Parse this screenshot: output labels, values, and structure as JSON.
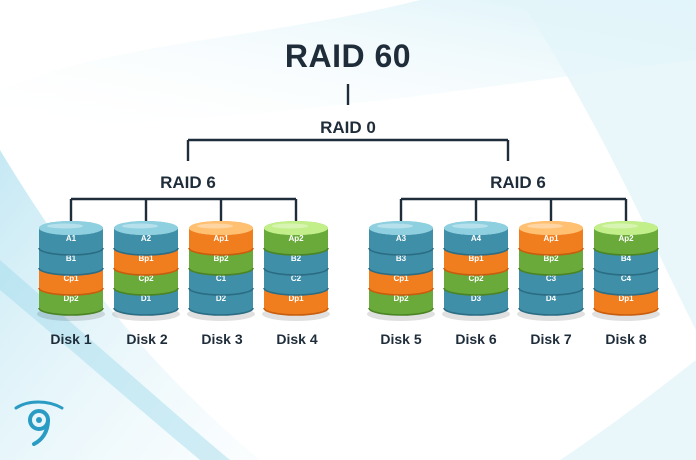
{
  "title": "RAID 60",
  "raid0_label": "RAID 0",
  "groups": [
    {
      "label": "RAID 6"
    },
    {
      "label": "RAID 6"
    }
  ],
  "colors": {
    "text": "#1f2d3a",
    "line": "#1f2d3a",
    "blue": "#3f8fa8",
    "orange": "#f07e1f",
    "green": "#6aaa3a"
  },
  "disks": [
    {
      "name": "Disk 1",
      "top": "blue",
      "blocks": [
        {
          "label": "A1",
          "color": "blue"
        },
        {
          "label": "B1",
          "color": "blue"
        },
        {
          "label": "Cp1",
          "color": "orange"
        },
        {
          "label": "Dp2",
          "color": "green"
        }
      ]
    },
    {
      "name": "Disk 2",
      "top": "blue",
      "blocks": [
        {
          "label": "A2",
          "color": "blue"
        },
        {
          "label": "Bp1",
          "color": "orange"
        },
        {
          "label": "Cp2",
          "color": "green"
        },
        {
          "label": "D1",
          "color": "blue"
        }
      ]
    },
    {
      "name": "Disk 3",
      "top": "orange",
      "blocks": [
        {
          "label": "Ap1",
          "color": "orange"
        },
        {
          "label": "Bp2",
          "color": "green"
        },
        {
          "label": "C1",
          "color": "blue"
        },
        {
          "label": "D2",
          "color": "blue"
        }
      ]
    },
    {
      "name": "Disk 4",
      "top": "green",
      "blocks": [
        {
          "label": "Ap2",
          "color": "green"
        },
        {
          "label": "B2",
          "color": "blue"
        },
        {
          "label": "C2",
          "color": "blue"
        },
        {
          "label": "Dp1",
          "color": "orange"
        }
      ]
    },
    {
      "name": "Disk 5",
      "top": "blue",
      "blocks": [
        {
          "label": "A3",
          "color": "blue"
        },
        {
          "label": "B3",
          "color": "blue"
        },
        {
          "label": "Cp1",
          "color": "orange"
        },
        {
          "label": "Dp2",
          "color": "green"
        }
      ]
    },
    {
      "name": "Disk 6",
      "top": "blue",
      "blocks": [
        {
          "label": "A4",
          "color": "blue"
        },
        {
          "label": "Bp1",
          "color": "orange"
        },
        {
          "label": "Cp2",
          "color": "green"
        },
        {
          "label": "D3",
          "color": "blue"
        }
      ]
    },
    {
      "name": "Disk 7",
      "top": "orange",
      "blocks": [
        {
          "label": "Ap1",
          "color": "orange"
        },
        {
          "label": "Bp2",
          "color": "green"
        },
        {
          "label": "C3",
          "color": "blue"
        },
        {
          "label": "D4",
          "color": "blue"
        }
      ]
    },
    {
      "name": "Disk 8",
      "top": "green",
      "blocks": [
        {
          "label": "Ap2",
          "color": "green"
        },
        {
          "label": "B4",
          "color": "blue"
        },
        {
          "label": "C4",
          "color": "blue"
        },
        {
          "label": "Dp1",
          "color": "orange"
        }
      ]
    }
  ]
}
